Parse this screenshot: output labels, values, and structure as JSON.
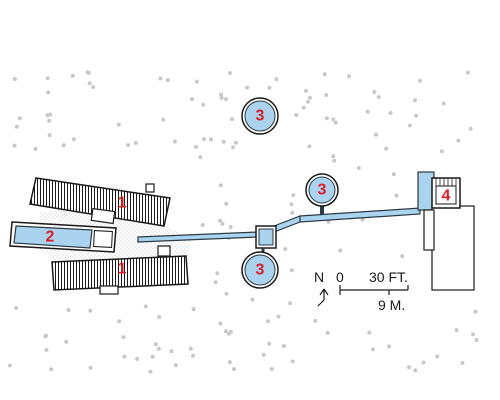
{
  "map": {
    "labels": {
      "one": "1",
      "two": "2",
      "three": "3",
      "four": "4"
    },
    "north": "N",
    "scale": {
      "zero": "0",
      "feet": "30 FT.",
      "meters": "9 M."
    }
  },
  "colors": {
    "water": "#a9d3ee",
    "water_stroke": "#2c3a44",
    "label": "#e01b24",
    "dots": "#c8c8c8",
    "stipple": "#d9d9d9",
    "ink": "#1a1a1a"
  }
}
